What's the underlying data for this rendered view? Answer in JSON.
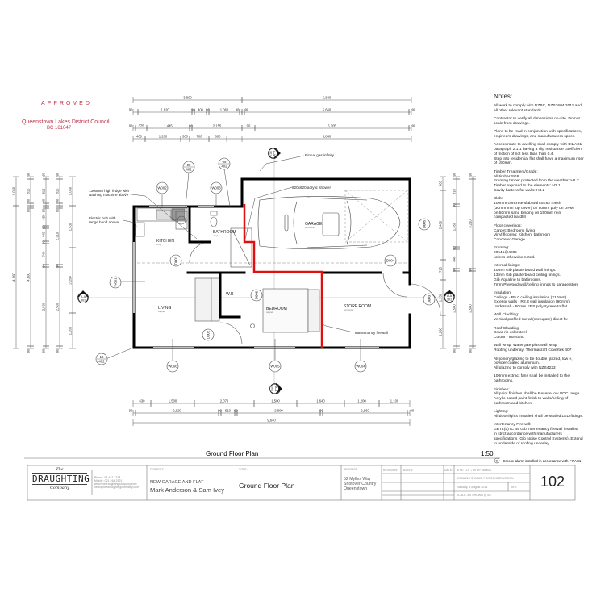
{
  "stamp": {
    "status": "APPROVED",
    "council": "Queenstown Lakes District Council",
    "consent": "BC 161047",
    "color": "#c0314a"
  },
  "dimensions": {
    "top": [
      [
        "3,800",
        "5,840"
      ],
      [
        "90",
        "1,820",
        "90",
        "400",
        "90",
        "1,060",
        "90",
        "90",
        "5,660",
        "90"
      ],
      [
        "90",
        "375",
        "1,445",
        "90",
        "2,155",
        "90",
        "5,305",
        "90"
      ],
      [
        "400",
        "1,200",
        "300",
        "700",
        "600",
        "5,840"
      ]
    ],
    "bottom": [
      [
        "630",
        "1,500",
        "2,070",
        "1,500",
        "1,640",
        "1,200",
        "1,100"
      ],
      [
        "90",
        "2,920",
        "90",
        "510",
        "90",
        "2,800",
        "90",
        "2,960",
        "90"
      ],
      [
        "9,640"
      ]
    ],
    "left": [
      [
        "1,050",
        "4,960"
      ],
      [
        "90",
        "815",
        "90",
        "90",
        "4,800",
        "90"
      ],
      [
        "90",
        "815",
        "90",
        "90",
        "650",
        "90",
        "440",
        "90",
        "740",
        "90",
        "2,500",
        "90"
      ],
      [
        "90",
        "815",
        "90",
        "90",
        "2,210",
        "90",
        "2,500",
        "90"
      ],
      [
        "1,050",
        "1,530",
        "2,250",
        "1,200"
      ]
    ],
    "right": [
      [
        "405",
        "2,400",
        "715",
        "1,250",
        "1,100"
      ],
      [
        "90",
        "810",
        "90",
        "1,350",
        "90",
        "845",
        "90",
        "2,500",
        "90"
      ],
      [
        "90",
        "3,210",
        "90",
        "2,500",
        "90"
      ]
    ]
  },
  "rooms": {
    "kitchen": {
      "name": "KITCHEN",
      "floor": "vinyl"
    },
    "bathroom": {
      "name": "BATHROOM",
      "floor": "vinyl"
    },
    "living": {
      "name": "LIVING",
      "floor": "carpet"
    },
    "wir": {
      "name": "W.R"
    },
    "bedroom": {
      "name": "BEDROOM",
      "floor": "carpet"
    },
    "store": {
      "name": "STORE ROOM",
      "floor": "concrete"
    },
    "garage": {
      "name": "GARAGE",
      "floor": "concrete"
    }
  },
  "annotations": {
    "fridge": [
      "1300mm high fridge with",
      "washing machine above"
    ],
    "hob": [
      "Electric hob with",
      "range hood above"
    ],
    "gas": "Rinnai gas infinity",
    "shower": "620x620 acrylic shower",
    "firewall": "Intertenancy firewall"
  },
  "tags": {
    "W001": "W001",
    "W002": "W002",
    "W003": "W003",
    "W004": "W004",
    "W005": "W005",
    "W006": "W006",
    "D001": "D001",
    "D002": "D002",
    "D003": "D003",
    "D004": "D004",
    "D005": "D005",
    "D006": "D006",
    "detail08": [
      "08",
      "402"
    ],
    "detail09": [
      "09",
      "402"
    ],
    "detail10": [
      "10",
      "402"
    ],
    "section": [
      "A-A",
      "301"
    ]
  },
  "plan": {
    "title": "Ground Floor Plan",
    "scale": "1:50",
    "firewall_color": "#e01010"
  },
  "notes": {
    "title": "Notes:",
    "paragraphs": [
      [
        "All work to comply with NZBC, NZS3604:2011 and",
        "all other relevant standards."
      ],
      [
        "Contractor to verify all dimensions on-site. Do not",
        "scale from drawings."
      ],
      [
        "Plans to be read in conjunction with specifications,",
        "engineers drawings, and manufacturers specs."
      ],
      [
        "Access route to dwelling shall comply with D1/AS1",
        "paragraph 2.1.1 having a slip resistance coefficient",
        "of friction of not less than than 0.4.",
        "Step into residential flat shall have a maximum riser",
        "of 190mm."
      ],
      [
        "Timber Treatment/Grade:",
        "All timber SG8",
        "Framing timber protected from the weather: H1.2",
        "Timber exposed to the elements: H3.1",
        "Cavity battens for walls: H3.2"
      ],
      [
        "Slab:",
        "100mm concrete slab with SE62 mesh",
        "(30mm min top cover) on 50mm poly on DPM",
        "on 50mm sand binding on 150mm min",
        "compacted hardfill"
      ],
      [
        "Floor coverings:",
        "Carpet: Bedroom, living",
        "Vinyl flooring: Kitchen, bathroom",
        "Concrete: Garage"
      ],
      [
        "Framing:",
        "90x45@400c",
        "unless otherwise noted."
      ],
      [
        "Internal linings:",
        "10mm Gib plasterboard wall linings.",
        "13mm Gib plasterboard ceiling linings.",
        "Gib Aqualine to bathrooms.",
        "7mm Plywood wall/ceiling linings to garage/store"
      ],
      [
        "Insulation:",
        "Ceilings -  R5.0 ceiling insulation (210mm).",
        "Exterior walls - R2.8 wall insulation (90mm).",
        "Underslab - 50mm EPS polystyrene to flat"
      ],
      [
        "Wall Cladding:",
        "Vertical profiled metal (corrugate) direct fix"
      ],
      [
        "Roof Cladding:",
        "Solar-rib colorsteel",
        "Colour - Ironsand"
      ],
      [
        "Wall wrap: Watergate plus wall wrap",
        "Roofing underlay: Thermakraft Covertek 407"
      ],
      [
        "All joinery/glazing to be double glazed, low e,",
        "powder coated aluminium.",
        "All glazing to comply with NZS4223"
      ],
      [
        "100mm extract fans shall be installed to the",
        "bathrooms."
      ],
      [
        "Finishes:",
        "All paint finishes shall be Resene low VOC range.",
        "Acrylic based paint finish to walls/ceiling of",
        "bathroom and kitchen."
      ],
      [
        "Lighting:",
        "All downlights installed shall be sealed LED fittings."
      ],
      [
        "Intertenancy Firewall:",
        "GBTL(L) IC 45 Gib intertenancy firewall installed",
        "in strict accordance with manufacturers",
        "specifications (Gib Noise Control Systems). Extend",
        "to underside of roofing underlay."
      ]
    ],
    "smoke_symbol": "S",
    "smoke_legend": "- Smoke alarm installed in accordance with F7/AS1"
  },
  "title_block": {
    "logo": {
      "top": "The",
      "main": "DRAUGHTING",
      "bottom": "Company"
    },
    "contact": [
      "Phone: 03 442 7238",
      "Mobile: 021 264 2921",
      "www.thedraughtingcompany.com",
      "hello@thedraughtingcompany.com"
    ],
    "project_label": "PROJECT:",
    "project": "NEW GARAGE AND FLAT",
    "client": "Mark Anderson & Sam Ivey",
    "title_label": "TITLE:",
    "title": "Ground Floor Plan",
    "address_label": "ADDRESS:",
    "address": [
      "52 Mylles Way",
      "Shotover Country",
      "Queenstown"
    ],
    "revision_label": "REVISION:",
    "notes_label": "NOTES:",
    "date_label": "DATE:",
    "site": "SITE: LOT 729 DP 485834",
    "status": "DRAWING STATUS: FOR CONSTRUCTION",
    "date": "Tuesday, 9 August 2016",
    "rev_label": "REV:",
    "scale": "SCALE: AS SHOWN @ A3",
    "sheet": "102"
  }
}
